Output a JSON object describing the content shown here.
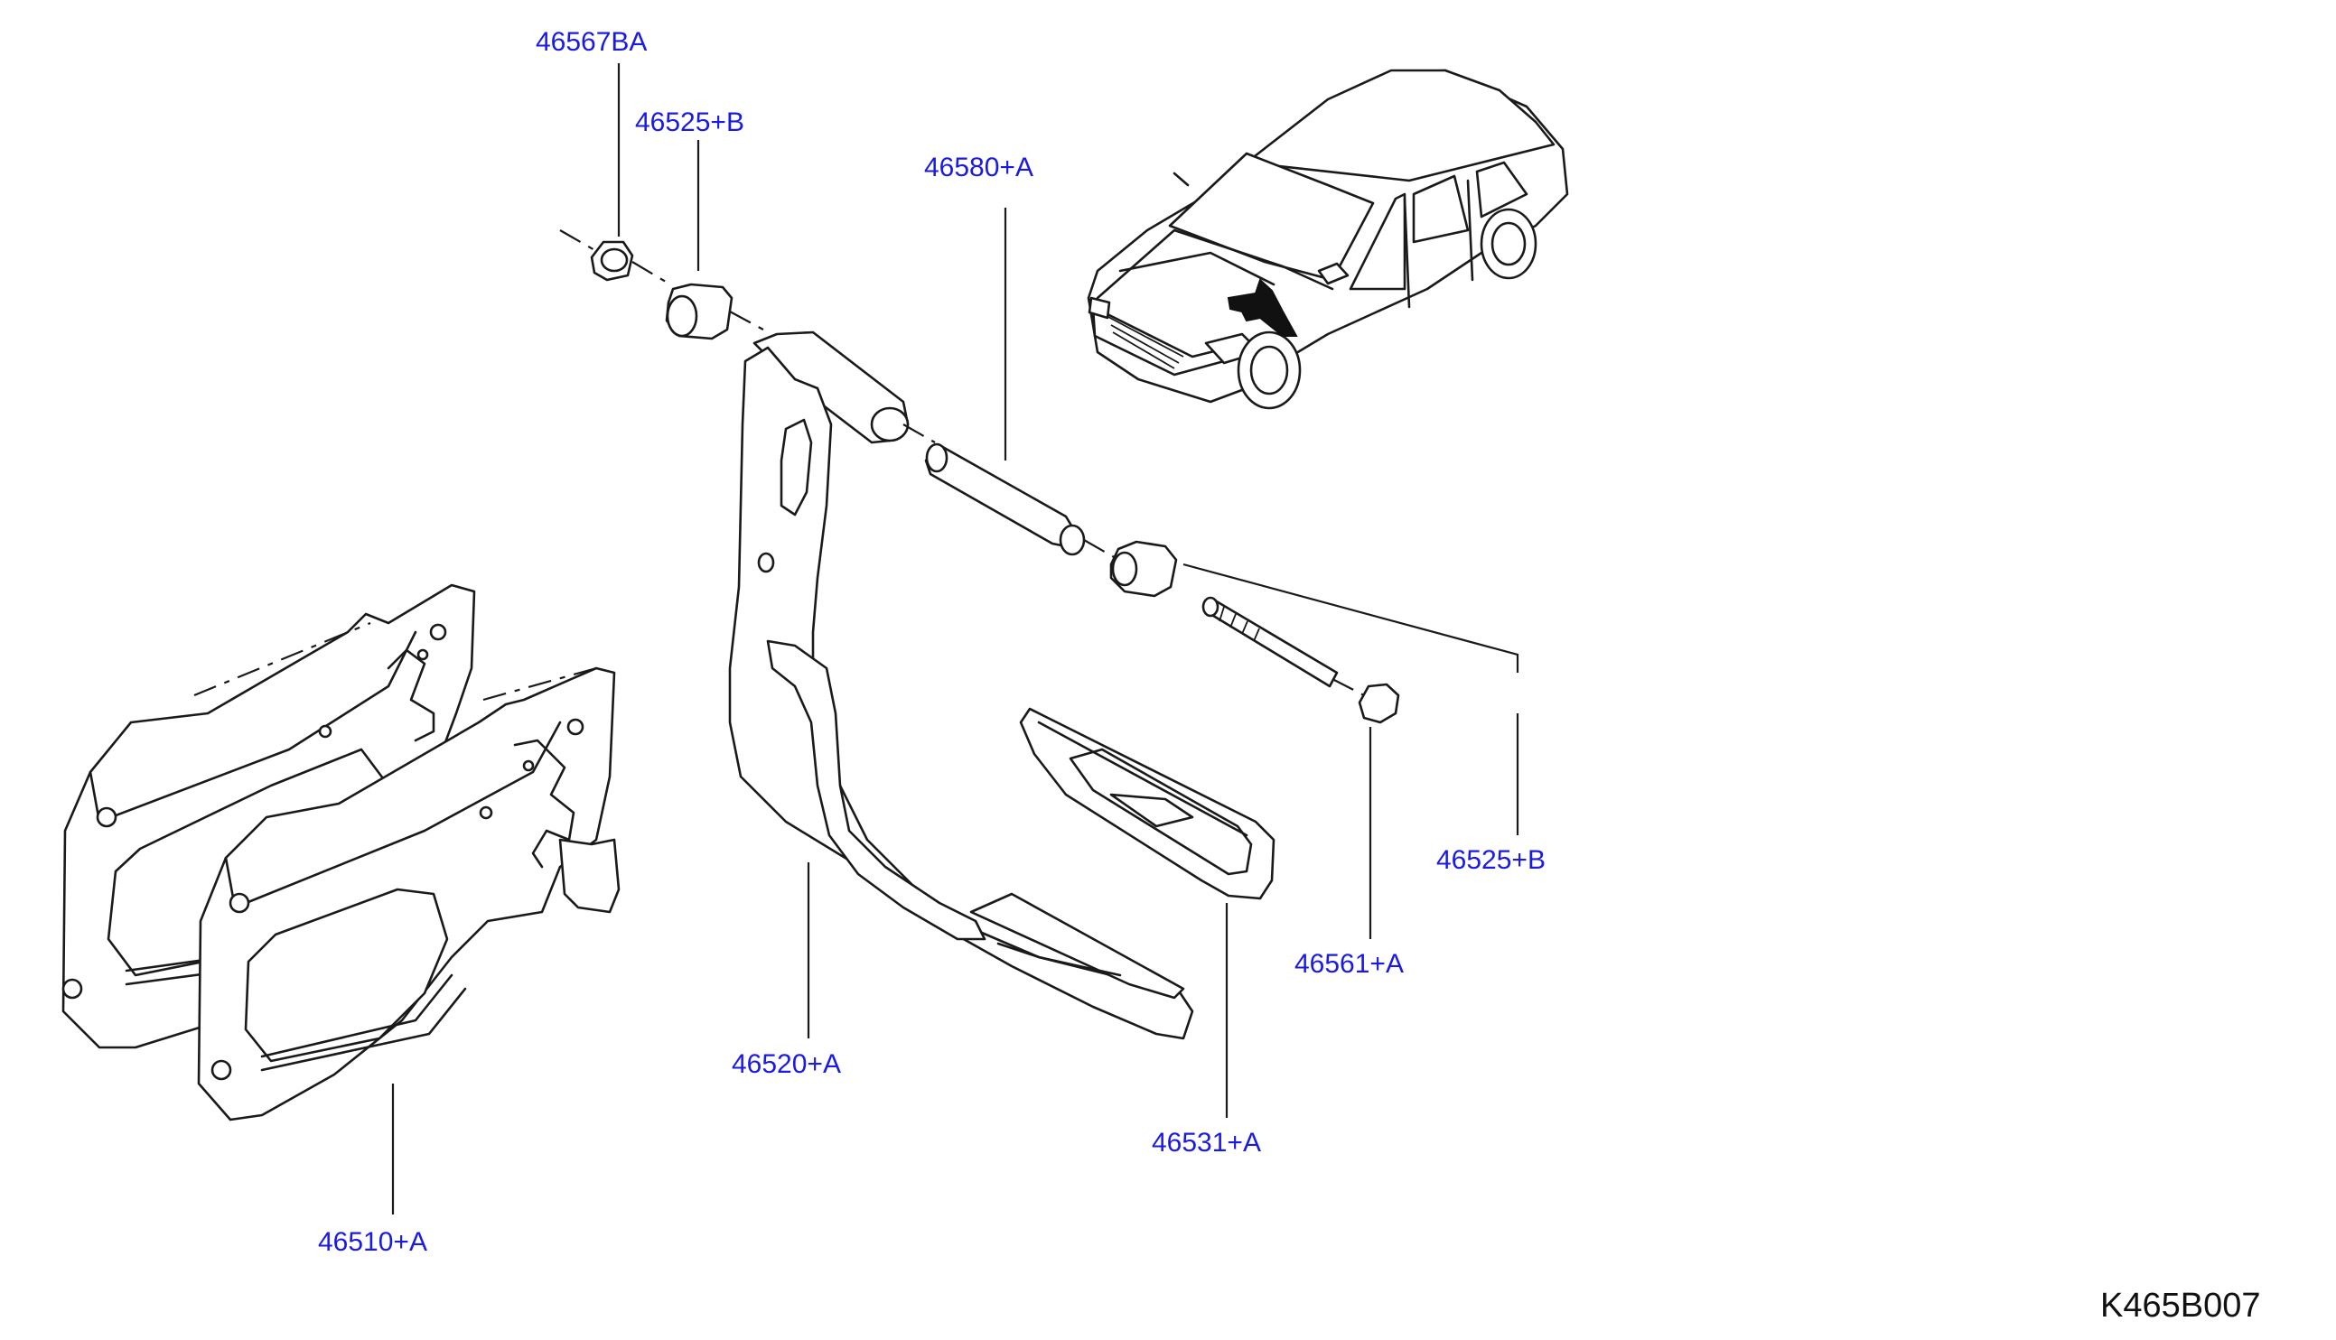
{
  "diagram": {
    "id_label": "K465B007",
    "callouts": {
      "nut": "46567BA",
      "bushing_left": "46525+B",
      "pivot_pin": "46580+A",
      "bushing_right": "46525+B",
      "bolt": "46561+A",
      "pedal_arm": "46520+A",
      "pedal_pad": "46531+A",
      "bracket": "46510+A"
    },
    "vehicle_thumbnail": "sedan-locator",
    "colors": {
      "callout_text": "#1a1ae6",
      "line_art": "#1a1a1a",
      "background": "#ffffff"
    }
  }
}
